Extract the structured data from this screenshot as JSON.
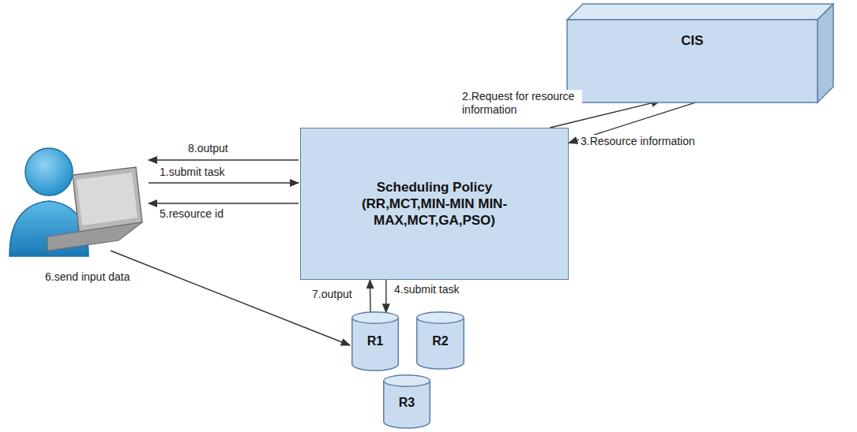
{
  "diagram": {
    "nodes": [
      {
        "text": [
          "Scheduling Policy (RR,MCT,MIN-MIN MIN-MAX,MCT,GA,PSO)"
        ]
      },
      {
        "text": [
          "CIS"
        ]
      },
      {
        "text": [
          "R1"
        ]
      },
      {
        "text": [
          "R2"
        ]
      },
      {
        "text": [
          "R3"
        ]
      }
    ],
    "edges": [
      {
        "from": 0,
        "to": 1,
        "label": "2.Request for resource information",
        "arrow": "to"
      },
      {
        "from": 1,
        "to": 0,
        "label": "3.Resource information",
        "arrow": "to"
      },
      {
        "from": 0,
        "to": 2,
        "label": "4.submit task",
        "arrow": "to"
      },
      {
        "from": 2,
        "to": 0,
        "label": "7.output",
        "arrow": "to"
      }
    ],
    "labels": [
      "8.output",
      "1.submit task",
      "5.resource id",
      "6.send input data"
    ]
  }
}
